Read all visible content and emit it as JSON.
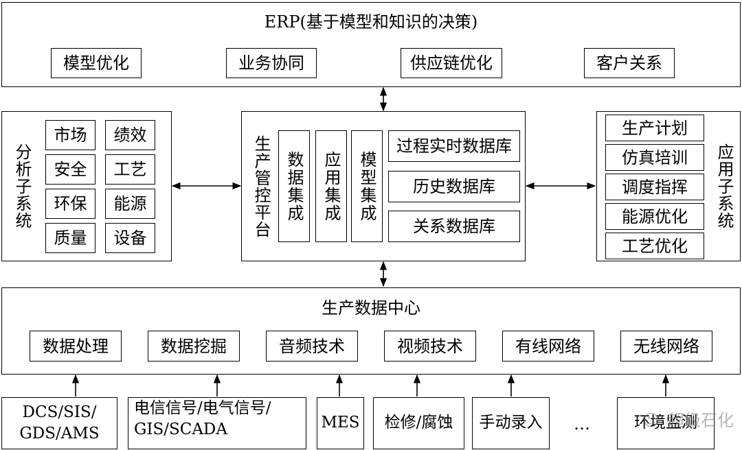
{
  "erp": {
    "title": "ERP(基于模型和知识的决策)",
    "items": [
      "模型优化",
      "业务协同",
      "供应链优化",
      "客户关系"
    ]
  },
  "analysis": {
    "title": "分析子系统",
    "items": [
      "市场",
      "绩效",
      "安全",
      "工艺",
      "环保",
      "能源",
      "质量",
      "设备"
    ]
  },
  "platform": {
    "title": "生产管控平台",
    "integrations": [
      "数据集成",
      "应用集成",
      "模型集成"
    ],
    "databases": [
      "过程实时数据库",
      "历史数据库",
      "关系数据库"
    ]
  },
  "application": {
    "title": "应用子系统",
    "items": [
      "生产计划",
      "仿真培训",
      "调度指挥",
      "能源优化",
      "工艺优化"
    ]
  },
  "datacenter": {
    "title": "生产数据中心",
    "items": [
      "数据处理",
      "数据挖掘",
      "音频技术",
      "视频技术",
      "有线网络",
      "无线网络"
    ]
  },
  "sources": {
    "dcs": [
      "DCS/SIS/",
      "GDS/AMS"
    ],
    "signals": [
      "电信信号/电气信号/",
      "GIS/SCADA"
    ],
    "mes": "MES",
    "repair": "检修/腐蚀",
    "manual": "手动录入",
    "ellipsis": "…",
    "env": "环境监测"
  },
  "watermark": "超级石化"
}
